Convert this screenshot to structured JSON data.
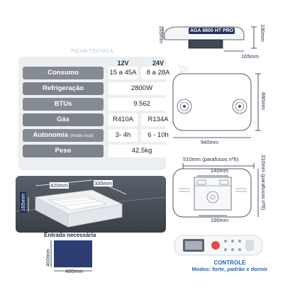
{
  "spec_table": {
    "caption": "FICHA TÉCNICA",
    "col_12v": "12V",
    "col_24v": "24V",
    "rows": {
      "consumo": {
        "label": "Consumo",
        "v12": "15 a 45A",
        "v24": "8 a 28A"
      },
      "refrigeracao": {
        "label": "Refrigeração",
        "value": "2800W"
      },
      "btus": {
        "label": "BTUs",
        "value": "9.562"
      },
      "gas": {
        "label": "Gás",
        "v12": "R410A",
        "v24": "R134A"
      },
      "autonomia": {
        "label": "Autonomia",
        "label_small": "(modo eco)",
        "v12": "3- 4h",
        "v24": "6 - 10h"
      },
      "peso": {
        "label": "Peso",
        "value": "42,5kg"
      }
    }
  },
  "side_view": {
    "badge": "AGA 9800 HT PRO",
    "height_total": "190mm",
    "height_top": "165mm",
    "width_bottom": "165mm"
  },
  "top_view": {
    "width": "940mm",
    "depth": "680mm"
  },
  "bottom_view": {
    "width_screws": "510mm (parafusos nº6)",
    "inner_width": "140mm",
    "depth_screws": "310mm (parafusos nº6)",
    "inner_depth": "190mm"
  },
  "photo": {
    "width": "420mm",
    "depth": "335mm",
    "height": "165mm"
  },
  "opening": {
    "title": "Entrada necessária",
    "height": "400mm",
    "width": "480mm"
  },
  "controle": {
    "title": "CONTROLE",
    "subtitle": "Modos: forte, padrão e dormir"
  },
  "watermark": "AOFY"
}
